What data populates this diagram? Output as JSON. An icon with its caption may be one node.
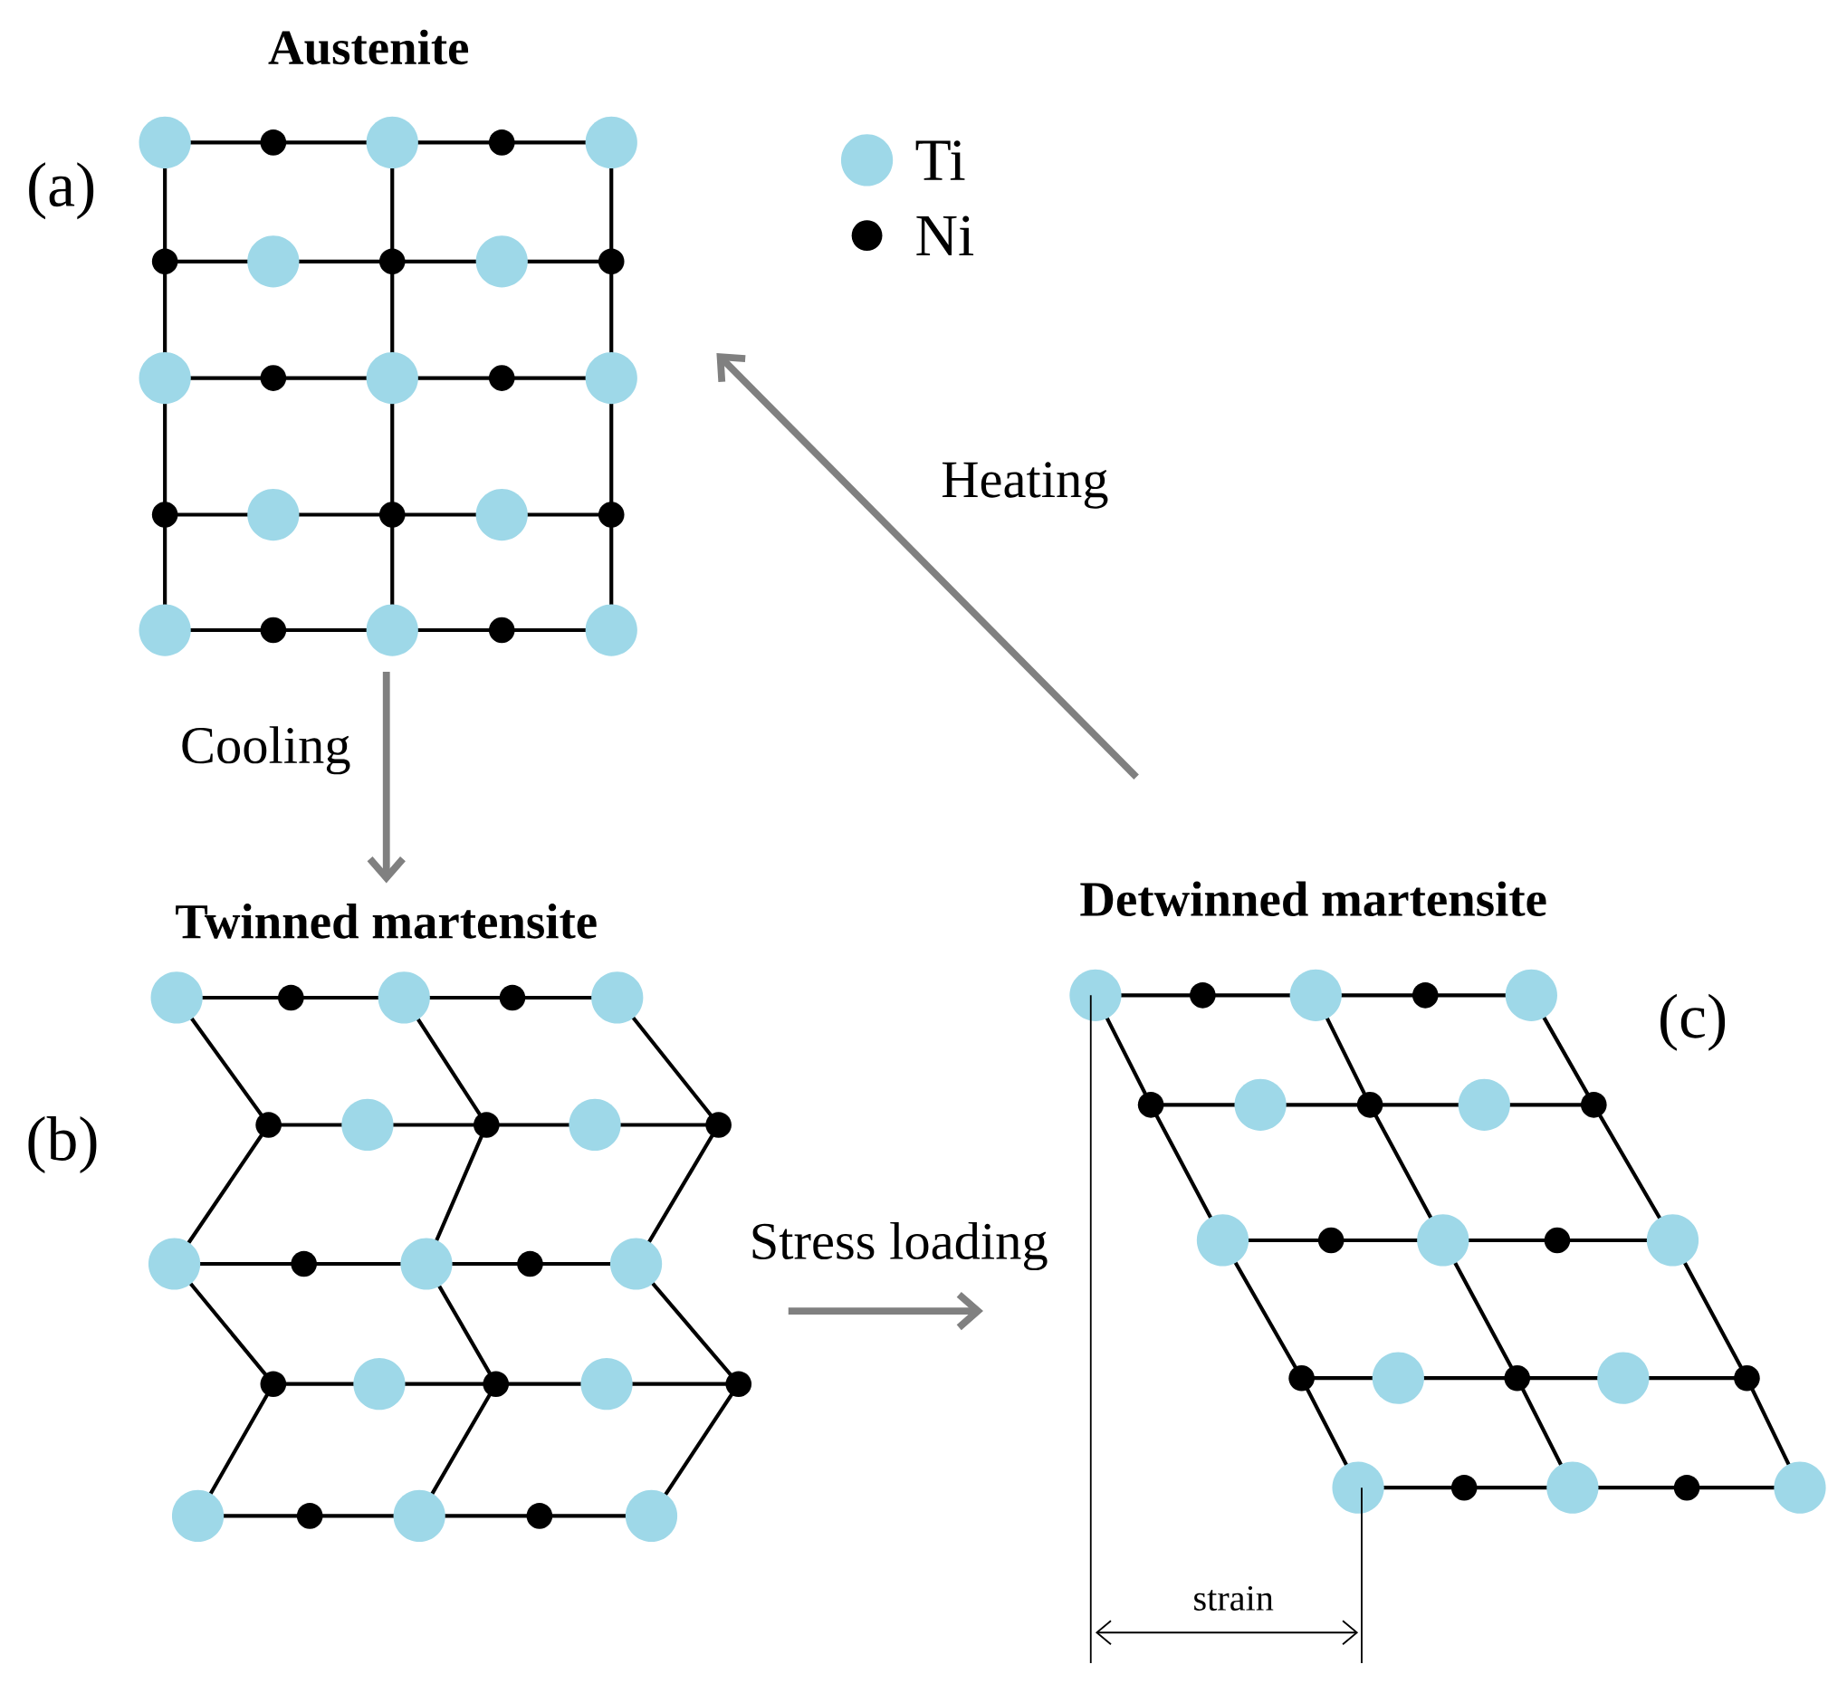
{
  "diagram": {
    "nodes": [
      {
        "text": [
          "Austenite"
        ],
        "beside": [
          "(a)"
        ]
      },
      {
        "text": [
          "Twinned martensite"
        ],
        "beside": [
          "(b)"
        ]
      },
      {
        "text": [
          "Detwinned martensite",
          "(c)"
        ]
      }
    ],
    "edges": [
      {
        "from": 0,
        "to": 1,
        "arrow": "to",
        "label": "Cooling"
      },
      {
        "from": 1,
        "to": 2,
        "arrow": "to",
        "label": "Stress loading"
      },
      {
        "from": 2,
        "to": 0,
        "arrow": "to",
        "label": "Heating"
      }
    ],
    "labels": [
      "strain"
    ],
    "legend": [
      {
        "text": "Ti",
        "color": "#9ed8e8"
      },
      {
        "text": "Ni",
        "color": "#000000"
      }
    ]
  }
}
